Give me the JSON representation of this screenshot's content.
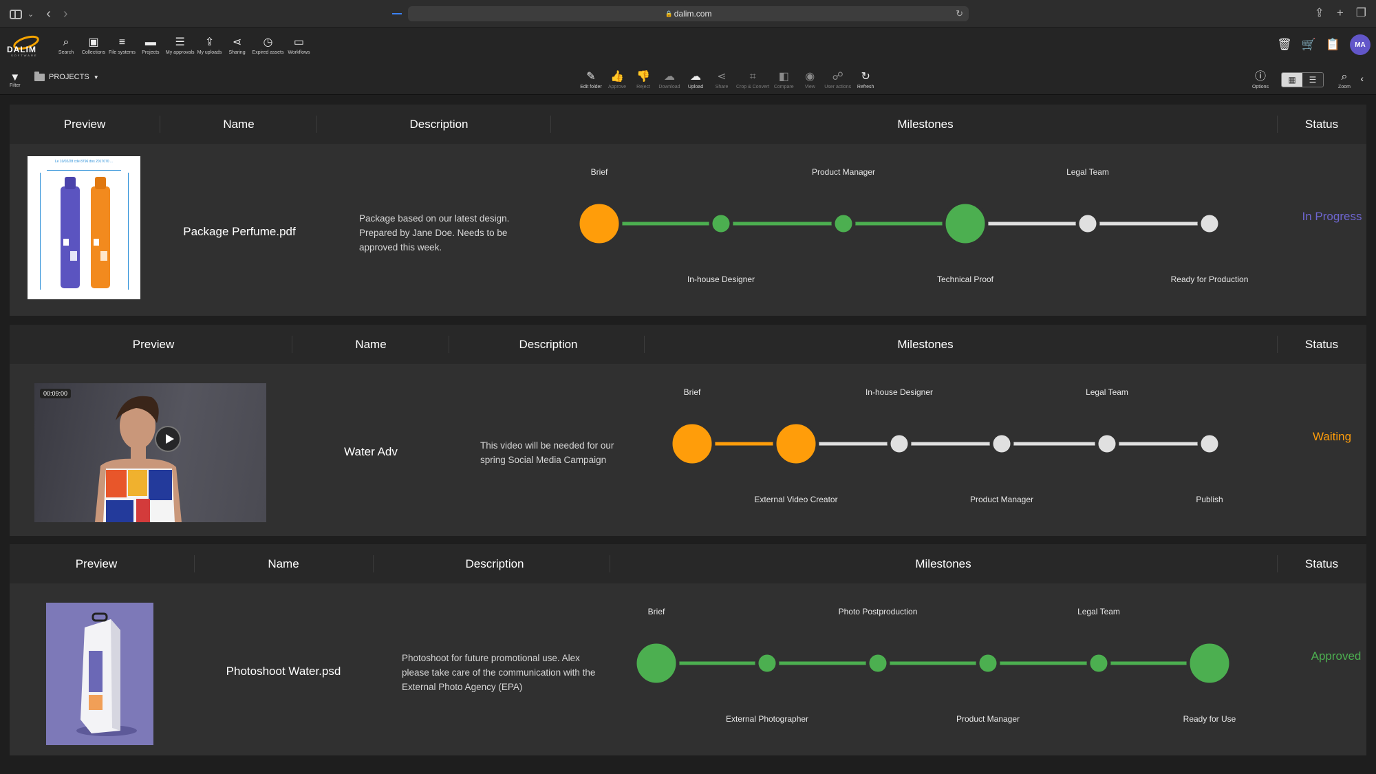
{
  "browser": {
    "url": "dalim.com"
  },
  "toolbar": {
    "items": [
      {
        "label": "Search",
        "icon": "search-icon"
      },
      {
        "label": "Collections",
        "icon": "collections-icon"
      },
      {
        "label": "File systems",
        "icon": "database-icon"
      },
      {
        "label": "Projects",
        "icon": "briefcase-icon"
      },
      {
        "label": "My approvals",
        "icon": "checklist-icon"
      },
      {
        "label": "My uploads",
        "icon": "upload-icon"
      },
      {
        "label": "Sharing",
        "icon": "share-icon"
      },
      {
        "label": "Expired assets",
        "icon": "clock-icon"
      },
      {
        "label": "Workflows",
        "icon": "monitor-icon"
      }
    ],
    "user_initials": "MA"
  },
  "subbar": {
    "filter_label": "Filter",
    "breadcrumb": "PROJECTS",
    "actions": [
      {
        "label": "Edit folder",
        "icon": "pencil-icon",
        "enabled": true
      },
      {
        "label": "Approve",
        "icon": "thumbs-up-icon",
        "enabled": false
      },
      {
        "label": "Reject",
        "icon": "thumbs-down-icon",
        "enabled": false
      },
      {
        "label": "Download",
        "icon": "cloud-download-icon",
        "enabled": false
      },
      {
        "label": "Upload",
        "icon": "cloud-upload-icon",
        "enabled": true
      },
      {
        "label": "Share",
        "icon": "share-icon",
        "enabled": false
      },
      {
        "label": "Crop & Convert",
        "icon": "crop-icon",
        "enabled": false
      },
      {
        "label": "Compare",
        "icon": "compare-icon",
        "enabled": false
      },
      {
        "label": "View",
        "icon": "eye-icon",
        "enabled": false
      },
      {
        "label": "User actions",
        "icon": "user-actions-icon",
        "enabled": false
      },
      {
        "label": "Refresh",
        "icon": "refresh-icon",
        "enabled": true
      }
    ],
    "options_label": "Options",
    "zoom_label": "Zoom"
  },
  "headers": {
    "preview": "Preview",
    "name": "Name",
    "description": "Description",
    "milestones": "Milestones",
    "status": "Status"
  },
  "colors": {
    "orange": "#ff9d0a",
    "green": "#4caf50",
    "grey": "#e0e0e0",
    "in_progress": "#6e66d0",
    "waiting": "#ff9d0a",
    "approved": "#4caf50"
  },
  "projects": [
    {
      "name": "Package Perfume.pdf",
      "description": "Package based on our latest design. Prepared by Jane Doe. Needs to be approved this week.",
      "status": "In Progress",
      "thumbnail_text": "Le 10/02/28 cde 8796 dos 2017070 ...",
      "milestones": [
        {
          "label": "Brief",
          "state": "orange",
          "big": true
        },
        {
          "label": "In-house Designer",
          "state": "green",
          "big": false
        },
        {
          "label": "Product Manager",
          "state": "green",
          "big": false
        },
        {
          "label": "Technical Proof",
          "state": "green",
          "big": true
        },
        {
          "label": "Legal Team",
          "state": "grey",
          "big": false
        },
        {
          "label": "Ready for Production",
          "state": "grey",
          "big": false
        }
      ]
    },
    {
      "name": "Water Adv",
      "description": "This video will be needed for our spring Social Media Campaign",
      "status": "Waiting",
      "video_time": "00:09:00",
      "milestones": [
        {
          "label": "Brief",
          "state": "orange",
          "big": true
        },
        {
          "label": "External Video Creator",
          "state": "orange",
          "big": true
        },
        {
          "label": "In-house Designer",
          "state": "grey",
          "big": false
        },
        {
          "label": "Product Manager",
          "state": "grey",
          "big": false
        },
        {
          "label": "Legal Team",
          "state": "grey",
          "big": false
        },
        {
          "label": "Publish",
          "state": "grey",
          "big": false
        }
      ]
    },
    {
      "name": "Photoshoot Water.psd",
      "description": "Photoshoot for future promotional use. Alex please take care of the communication with the External Photo Agency (EPA)",
      "status": "Approved",
      "milestones": [
        {
          "label": "Brief",
          "state": "green",
          "big": true
        },
        {
          "label": "External Photographer",
          "state": "green",
          "big": false
        },
        {
          "label": "Photo Postproduction",
          "state": "green",
          "big": false
        },
        {
          "label": "Product Manager",
          "state": "green",
          "big": false
        },
        {
          "label": "Legal Team",
          "state": "green",
          "big": false
        },
        {
          "label": "Ready for Use",
          "state": "green",
          "big": true
        }
      ]
    }
  ]
}
